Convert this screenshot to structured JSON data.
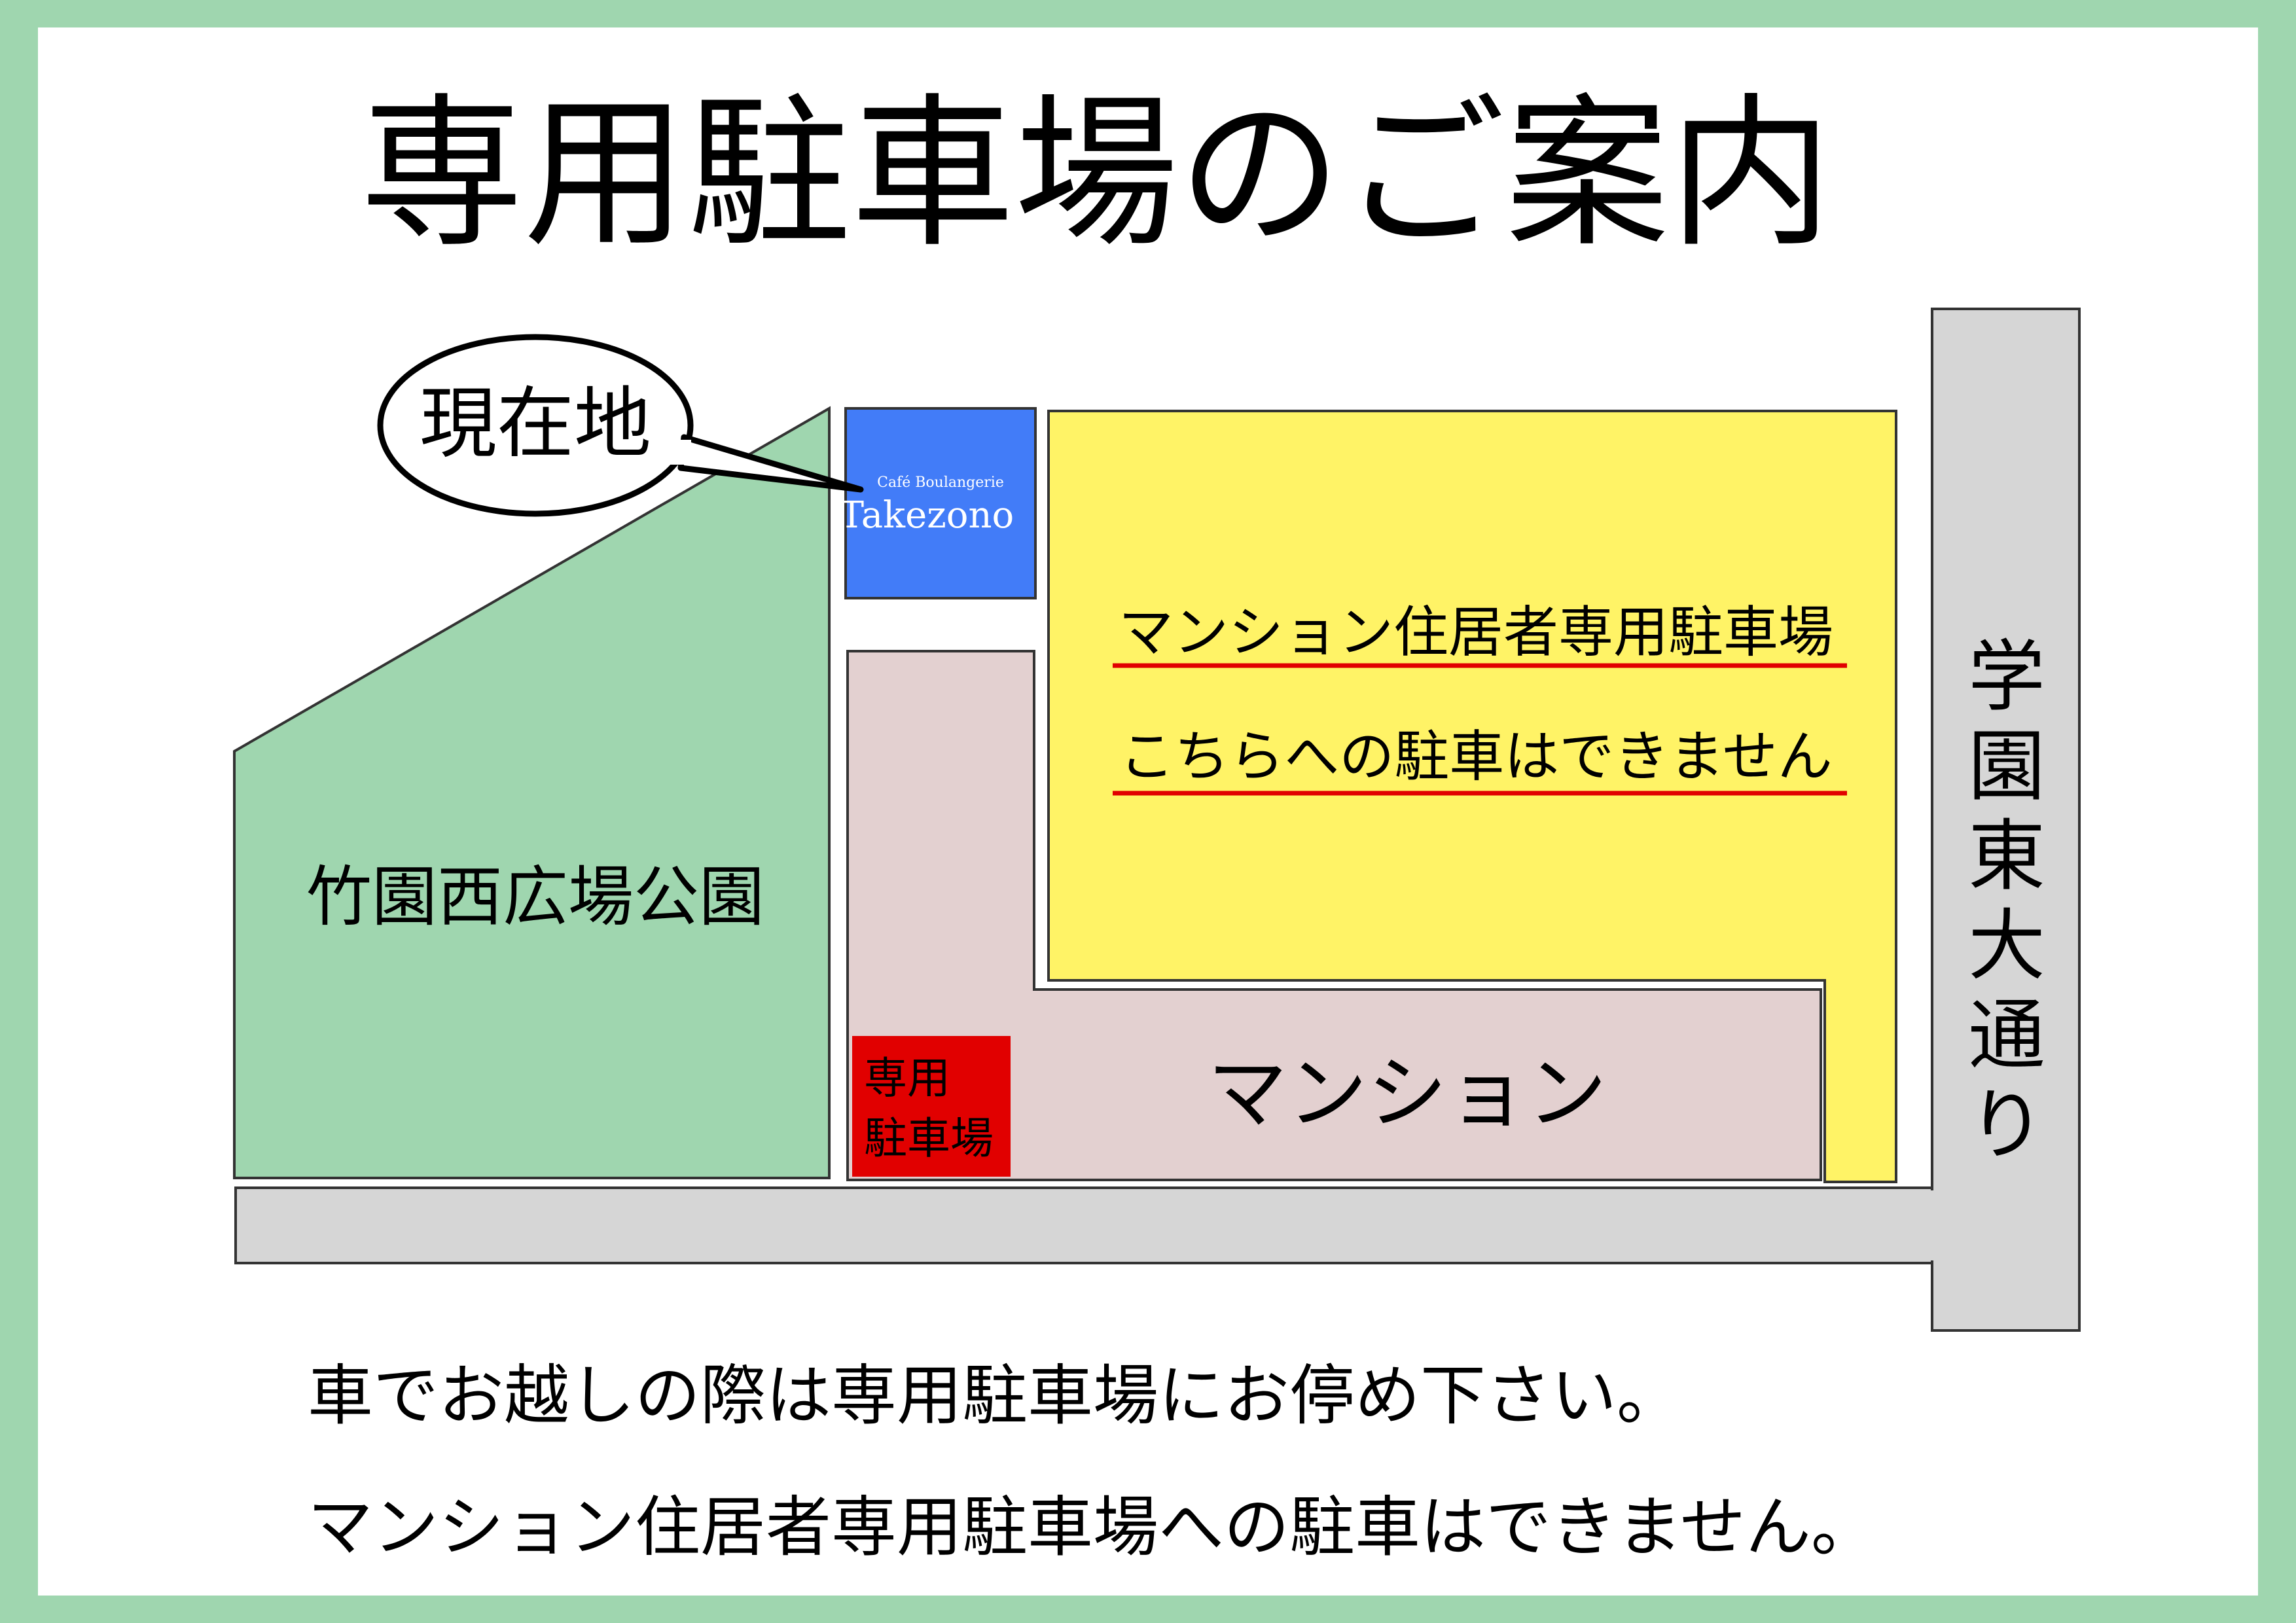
{
  "title": "専用駐車場のご案内",
  "map": {
    "current_location": "現在地",
    "cafe": {
      "subtitle": "Café Boulangerie",
      "name": "Takezono"
    },
    "park": "竹園西広場公園",
    "resident_parking": {
      "line1": "マンション住居者専用駐車場",
      "line2": "こちらへの駐車はできません"
    },
    "mansion": "マンション",
    "dedicated_parking": {
      "line1": "専用",
      "line2": "駐車場"
    },
    "avenue": [
      "学",
      "園",
      "東",
      "大",
      "通",
      "り"
    ]
  },
  "notes": {
    "line1": "車でお越しの際は専用駐車場にお停め下さい。",
    "line2": "マンション住居者専用駐車場への駐車はできません。"
  },
  "colors": {
    "frame_green": "#9fd6af",
    "park_green": "#9fd6af",
    "cafe_blue": "#427cf8",
    "resident_yellow": "#fff366",
    "mansion_pink": "#e3d0d0",
    "parking_red": "#e10000",
    "road_gray": "#d6d6d6",
    "underline_red": "#e10000"
  }
}
